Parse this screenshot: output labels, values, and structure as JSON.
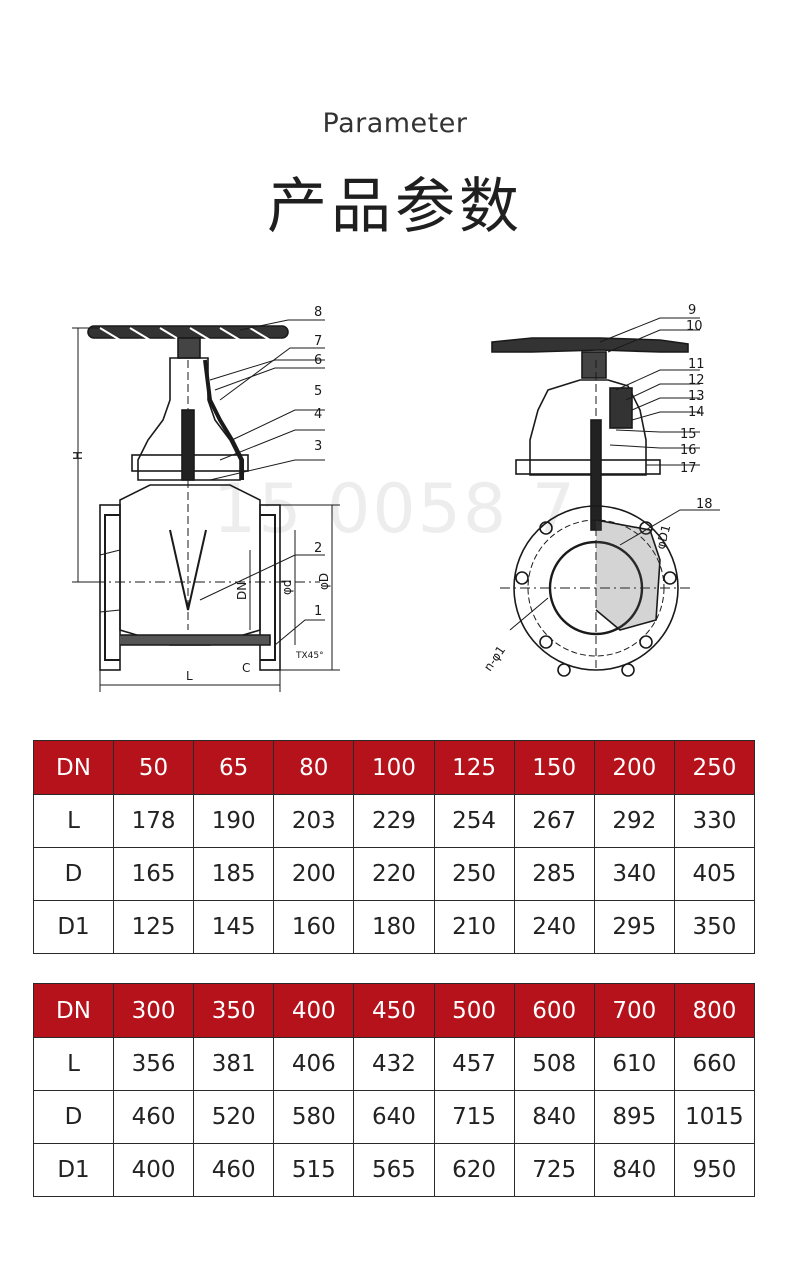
{
  "header": {
    "subtitle": "Parameter",
    "title": "产品参数"
  },
  "watermark": "15 0058 7",
  "diagram": {
    "left_callouts": [
      "1",
      "2",
      "3",
      "4",
      "5",
      "6",
      "7",
      "8"
    ],
    "right_callouts": [
      "9",
      "10",
      "11",
      "12",
      "13",
      "14",
      "15",
      "16",
      "17",
      "18"
    ],
    "dimension_labels": {
      "H": "H",
      "L": "L",
      "C": "C",
      "DN": "DN",
      "d": "φd",
      "D": "φD",
      "D1": "φD1",
      "n": "n-φ1",
      "chamfer": "TX45°"
    }
  },
  "tables": [
    {
      "header": [
        "DN",
        "50",
        "65",
        "80",
        "100",
        "125",
        "150",
        "200",
        "250"
      ],
      "rows": [
        [
          "L",
          "178",
          "190",
          "203",
          "229",
          "254",
          "267",
          "292",
          "330"
        ],
        [
          "D",
          "165",
          "185",
          "200",
          "220",
          "250",
          "285",
          "340",
          "405"
        ],
        [
          "D1",
          "125",
          "145",
          "160",
          "180",
          "210",
          "240",
          "295",
          "350"
        ]
      ]
    },
    {
      "header": [
        "DN",
        "300",
        "350",
        "400",
        "450",
        "500",
        "600",
        "700",
        "800"
      ],
      "rows": [
        [
          "L",
          "356",
          "381",
          "406",
          "432",
          "457",
          "508",
          "610",
          "660"
        ],
        [
          "D",
          "460",
          "520",
          "580",
          "640",
          "715",
          "840",
          "895",
          "1015"
        ],
        [
          "D1",
          "400",
          "460",
          "515",
          "565",
          "620",
          "725",
          "840",
          "950"
        ]
      ]
    }
  ],
  "colors": {
    "table_header": "#b5121b",
    "table_header_text": "#ffffff",
    "border": "#2a2a2a"
  }
}
